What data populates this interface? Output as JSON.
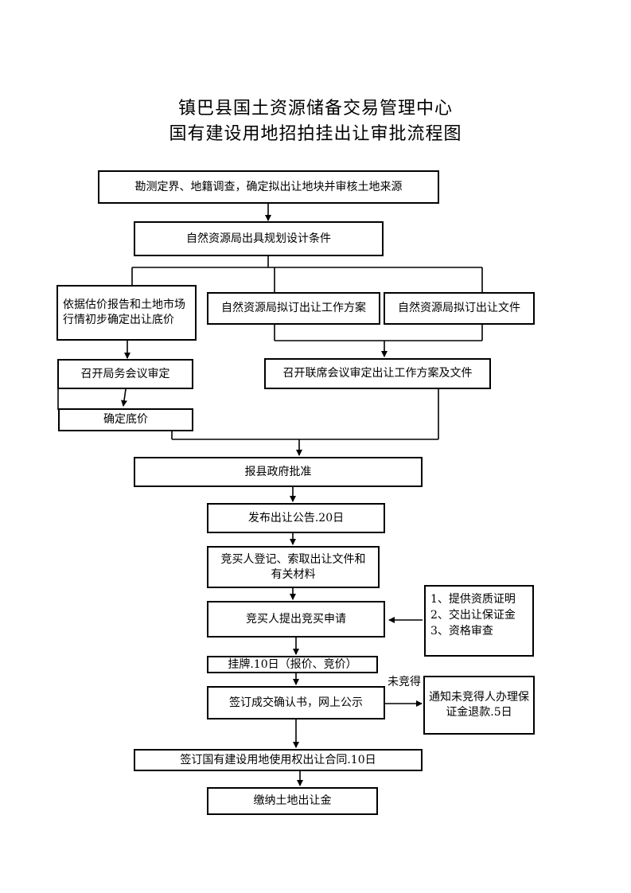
{
  "title": {
    "line1": "镇巴县国土资源储备交易管理中心",
    "line2": "国有建设用地招拍挂出让审批流程图"
  },
  "steps": {
    "survey": "勘测定界、地籍调查，确定拟出让地块并审核土地来源",
    "planning": "自然资源局出具规划设计条件",
    "valuation": "依据估价报告和土地市场\n行情初步确定出让底价",
    "work_plan": "自然资源局拟订出让工作方案",
    "doc_draft": "自然资源局拟订出让文件",
    "bureau_meeting": "召开局务会议审定",
    "joint_meeting": "召开联席会议审定出让工作方案及文件",
    "floor_price": "确定底价",
    "county_approval": "报县政府批准",
    "announcement": "发布出让公告.20日",
    "registration": "竞买人登记、索取出让文件和\n有关材料",
    "application": "竞买人提出竞买申请",
    "requirements": "1、提供资质证明\n2、交出让保证金\n3、资格审查",
    "listing": "挂牌.10日（报价、竞价）",
    "confirmation": "签订成交确认书，网上公示",
    "refund": "通知未竞得人办理保\n证金退款.5日",
    "contract": "签订国有建设用地使用权出让合同.10日",
    "payment": "缴纳土地出让金"
  },
  "labels": {
    "not_won": "未竞得"
  }
}
